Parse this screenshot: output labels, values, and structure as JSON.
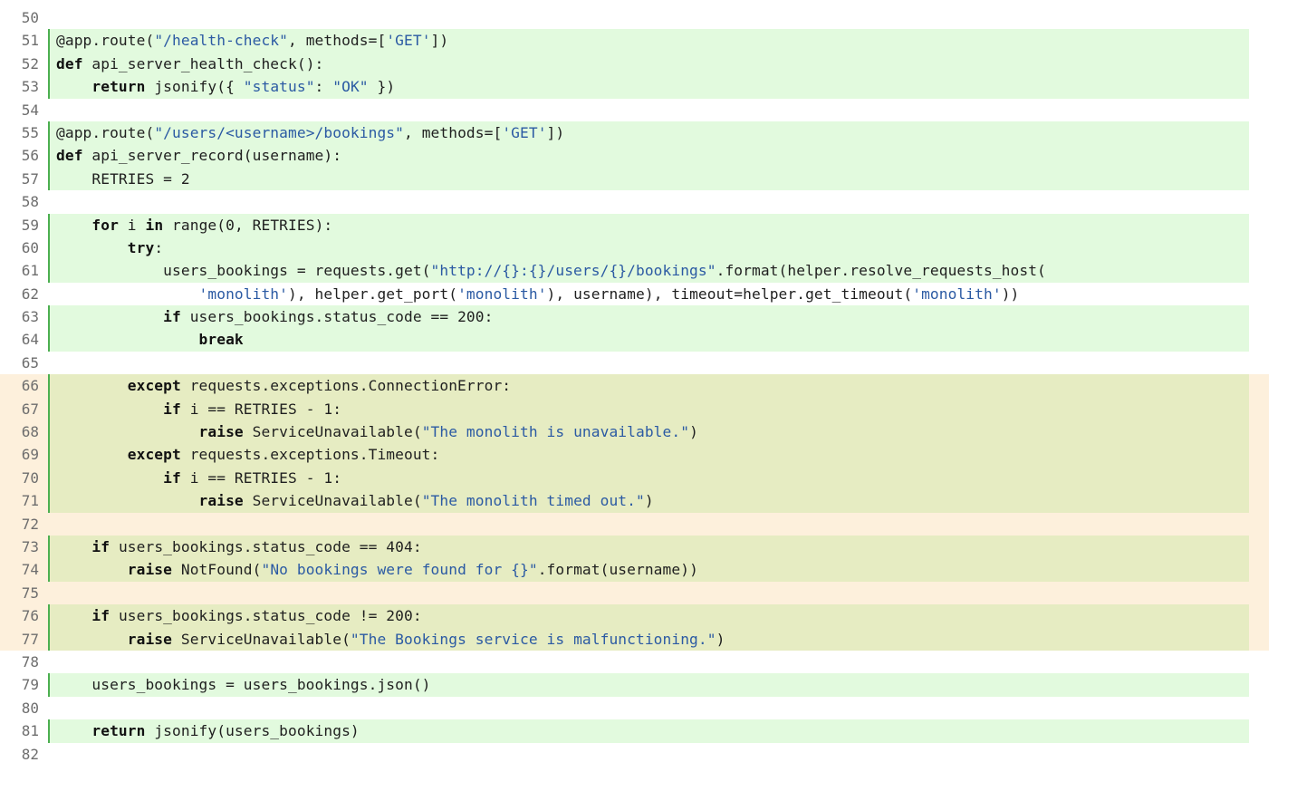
{
  "lines": [
    {
      "n": "50",
      "bg": "none",
      "bar": false,
      "tokens": []
    },
    {
      "n": "51",
      "bg": "green",
      "bar": true,
      "tokens": [
        [
          "@app.route(",
          ""
        ],
        [
          "\"/health-check\"",
          "str"
        ],
        [
          ", methods=[",
          ""
        ],
        [
          "'GET'",
          "str"
        ],
        [
          "])",
          ""
        ]
      ]
    },
    {
      "n": "52",
      "bg": "green",
      "bar": true,
      "tokens": [
        [
          "def",
          "kw"
        ],
        [
          " api_server_health_check():",
          ""
        ]
      ]
    },
    {
      "n": "53",
      "bg": "green",
      "bar": true,
      "tokens": [
        [
          "    ",
          ""
        ],
        [
          "return",
          "kw"
        ],
        [
          " jsonify({ ",
          ""
        ],
        [
          "\"status\"",
          "str"
        ],
        [
          ": ",
          ""
        ],
        [
          "\"OK\"",
          "str"
        ],
        [
          " })",
          ""
        ]
      ]
    },
    {
      "n": "54",
      "bg": "none",
      "bar": false,
      "tokens": []
    },
    {
      "n": "55",
      "bg": "green",
      "bar": true,
      "tokens": [
        [
          "@app.route(",
          ""
        ],
        [
          "\"/users/<username>/bookings\"",
          "str"
        ],
        [
          ", methods=[",
          ""
        ],
        [
          "'GET'",
          "str"
        ],
        [
          "])",
          ""
        ]
      ]
    },
    {
      "n": "56",
      "bg": "green",
      "bar": true,
      "tokens": [
        [
          "def",
          "kw"
        ],
        [
          " api_server_record(username):",
          ""
        ]
      ]
    },
    {
      "n": "57",
      "bg": "green",
      "bar": true,
      "tokens": [
        [
          "    RETRIES = 2",
          ""
        ]
      ]
    },
    {
      "n": "58",
      "bg": "none",
      "bar": false,
      "tokens": []
    },
    {
      "n": "59",
      "bg": "green",
      "bar": true,
      "tokens": [
        [
          "    ",
          ""
        ],
        [
          "for",
          "kw"
        ],
        [
          " i ",
          ""
        ],
        [
          "in",
          "kw"
        ],
        [
          " range(0, RETRIES):",
          ""
        ]
      ]
    },
    {
      "n": "60",
      "bg": "green",
      "bar": true,
      "tokens": [
        [
          "        ",
          ""
        ],
        [
          "try",
          "kw"
        ],
        [
          ":",
          ""
        ]
      ]
    },
    {
      "n": "61",
      "bg": "green",
      "bar": true,
      "tokens": [
        [
          "            users_bookings = requests.get(",
          ""
        ],
        [
          "\"http://{}:{}/users/{}/bookings\"",
          "str"
        ],
        [
          ".format(helper.resolve_requests_host(",
          ""
        ]
      ]
    },
    {
      "n": "62",
      "bg": "none",
      "bar": false,
      "tokens": [
        [
          "                ",
          ""
        ],
        [
          "'monolith'",
          "str"
        ],
        [
          "), helper.get_port(",
          ""
        ],
        [
          "'monolith'",
          "str"
        ],
        [
          "), username), timeout=helper.get_timeout(",
          ""
        ],
        [
          "'monolith'",
          "str"
        ],
        [
          "))",
          ""
        ]
      ]
    },
    {
      "n": "63",
      "bg": "green",
      "bar": true,
      "tokens": [
        [
          "            ",
          ""
        ],
        [
          "if",
          "kw"
        ],
        [
          " users_bookings.status_code == 200:",
          ""
        ]
      ]
    },
    {
      "n": "64",
      "bg": "green",
      "bar": true,
      "tokens": [
        [
          "                ",
          ""
        ],
        [
          "break",
          "kw"
        ]
      ]
    },
    {
      "n": "65",
      "bg": "none",
      "bar": false,
      "tokens": []
    },
    {
      "n": "66",
      "bg": "olive",
      "bar": true,
      "orange": true,
      "tokens": [
        [
          "        ",
          ""
        ],
        [
          "except",
          "kw"
        ],
        [
          " requests.exceptions.ConnectionError:",
          ""
        ]
      ]
    },
    {
      "n": "67",
      "bg": "olive",
      "bar": true,
      "orange": true,
      "tokens": [
        [
          "            ",
          ""
        ],
        [
          "if",
          "kw"
        ],
        [
          " i == RETRIES - 1:",
          ""
        ]
      ]
    },
    {
      "n": "68",
      "bg": "olive",
      "bar": true,
      "orange": true,
      "tokens": [
        [
          "                ",
          ""
        ],
        [
          "raise",
          "kw"
        ],
        [
          " ServiceUnavailable(",
          ""
        ],
        [
          "\"The monolith is unavailable.\"",
          "str"
        ],
        [
          ")",
          ""
        ]
      ]
    },
    {
      "n": "69",
      "bg": "olive",
      "bar": true,
      "orange": true,
      "tokens": [
        [
          "        ",
          ""
        ],
        [
          "except",
          "kw"
        ],
        [
          " requests.exceptions.Timeout:",
          ""
        ]
      ]
    },
    {
      "n": "70",
      "bg": "olive",
      "bar": true,
      "orange": true,
      "tokens": [
        [
          "            ",
          ""
        ],
        [
          "if",
          "kw"
        ],
        [
          " i == RETRIES - 1:",
          ""
        ]
      ]
    },
    {
      "n": "71",
      "bg": "olive",
      "bar": true,
      "orange": true,
      "tokens": [
        [
          "                ",
          ""
        ],
        [
          "raise",
          "kw"
        ],
        [
          " ServiceUnavailable(",
          ""
        ],
        [
          "\"The monolith timed out.\"",
          "str"
        ],
        [
          ")",
          ""
        ]
      ]
    },
    {
      "n": "72",
      "bg": "none",
      "bar": false,
      "orange": true,
      "tokens": []
    },
    {
      "n": "73",
      "bg": "olive",
      "bar": true,
      "orange": true,
      "tokens": [
        [
          "    ",
          ""
        ],
        [
          "if",
          "kw"
        ],
        [
          " users_bookings.status_code == 404:",
          ""
        ]
      ]
    },
    {
      "n": "74",
      "bg": "olive",
      "bar": true,
      "orange": true,
      "tokens": [
        [
          "        ",
          ""
        ],
        [
          "raise",
          "kw"
        ],
        [
          " NotFound(",
          ""
        ],
        [
          "\"No bookings were found for {}\"",
          "str"
        ],
        [
          ".format(username))",
          ""
        ]
      ]
    },
    {
      "n": "75",
      "bg": "none",
      "bar": false,
      "orange": true,
      "tokens": []
    },
    {
      "n": "76",
      "bg": "olive",
      "bar": true,
      "orange": true,
      "tokens": [
        [
          "    ",
          ""
        ],
        [
          "if",
          "kw"
        ],
        [
          " users_bookings.status_code != 200:",
          ""
        ]
      ]
    },
    {
      "n": "77",
      "bg": "olive",
      "bar": true,
      "orange": true,
      "tokens": [
        [
          "        ",
          ""
        ],
        [
          "raise",
          "kw"
        ],
        [
          " ServiceUnavailable(",
          ""
        ],
        [
          "\"The Bookings service is malfunctioning.\"",
          "str"
        ],
        [
          ")",
          ""
        ]
      ]
    },
    {
      "n": "78",
      "bg": "none",
      "bar": false,
      "tokens": []
    },
    {
      "n": "79",
      "bg": "green",
      "bar": true,
      "tokens": [
        [
          "    users_bookings = users_bookings.json()",
          ""
        ]
      ]
    },
    {
      "n": "80",
      "bg": "none",
      "bar": false,
      "tokens": []
    },
    {
      "n": "81",
      "bg": "green",
      "bar": true,
      "tokens": [
        [
          "    ",
          ""
        ],
        [
          "return",
          "kw"
        ],
        [
          " jsonify(users_bookings)",
          ""
        ]
      ]
    },
    {
      "n": "82",
      "bg": "none",
      "bar": false,
      "tokens": []
    }
  ],
  "colors": {
    "added_line_bg": "#e2fade",
    "modified_block_bg": "#fdf0dc",
    "modified_line_bg": "#e6ecc2",
    "gutter_bar": "#4caf50",
    "string": "#2b5aa3",
    "keyword": "#111111",
    "line_number": "#6e6e6e"
  }
}
